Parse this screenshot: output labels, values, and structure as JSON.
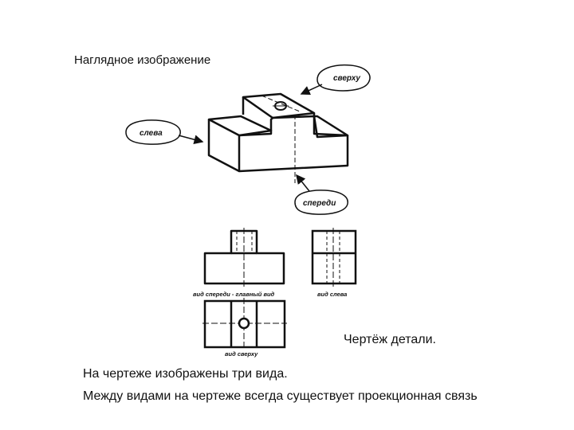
{
  "title": "Наглядное изображение",
  "bubbles": {
    "top": "сверху",
    "left": "слева",
    "front": "спереди"
  },
  "view_labels": {
    "front": "вид спереди - главный вид",
    "left": "вид слева",
    "top": "вид сверху"
  },
  "drawing_caption": "Чертёж детали.",
  "notes": [
    "На чертеже изображены три вида.",
    "Между видами на чертеже всегда существует проекционная связь"
  ],
  "colors": {
    "line": "#111111",
    "background": "#ffffff"
  }
}
